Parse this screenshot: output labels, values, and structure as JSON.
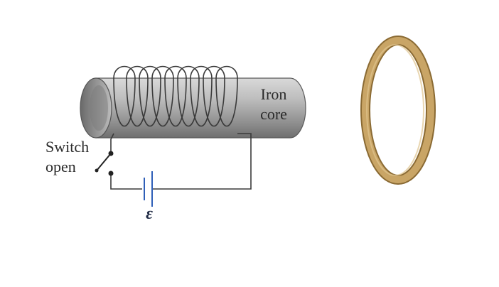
{
  "labels": {
    "core_line1": "Iron",
    "core_line2": "core",
    "switch_line1": "Switch",
    "switch_line2": "open",
    "emf_symbol": "ε"
  },
  "colors": {
    "wire": "#3a3a3a",
    "battery": "#2f5fb8",
    "ring": "#c9a566",
    "ring_edge": "#8a6a33",
    "core_mid": "#b5b5b5"
  }
}
